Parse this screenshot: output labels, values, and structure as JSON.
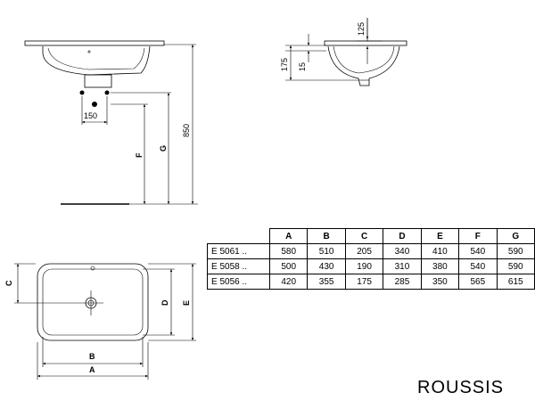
{
  "top_view": {
    "dim_150": "150",
    "label_F": "F",
    "label_G": "G",
    "dim_850": "850"
  },
  "side_view": {
    "dim_125": "125",
    "dim_175": "175",
    "dim_15": "15"
  },
  "plan_view": {
    "label_C": "C",
    "label_D": "D",
    "label_E": "E",
    "label_B": "B",
    "label_A": "A"
  },
  "spec_table": {
    "headers": [
      "A",
      "B",
      "C",
      "D",
      "E",
      "F",
      "G"
    ],
    "rows": [
      {
        "model": "E 5061 ..",
        "values": [
          "580",
          "510",
          "205",
          "340",
          "410",
          "540",
          "590"
        ]
      },
      {
        "model": "E 5058 ..",
        "values": [
          "500",
          "430",
          "190",
          "310",
          "380",
          "540",
          "590"
        ]
      },
      {
        "model": "E 5056 ..",
        "values": [
          "420",
          "355",
          "175",
          "285",
          "350",
          "565",
          "615"
        ]
      }
    ]
  },
  "watermark": {
    "brand": "ROUSSIS"
  }
}
